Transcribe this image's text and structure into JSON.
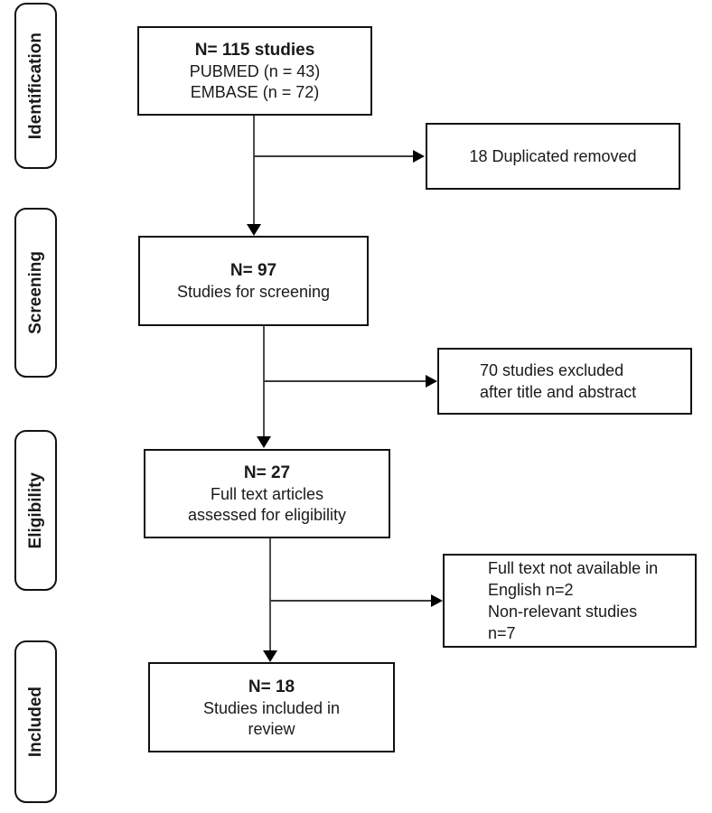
{
  "colors": {
    "box_border": "#111111",
    "text": "#1a1a1a",
    "connector_line": "#4d4d4d",
    "arrowhead": "#000000",
    "background": "#ffffff"
  },
  "diagram": {
    "stages": [
      {
        "label": "Identification"
      },
      {
        "label": "Screening"
      },
      {
        "label": "Eligibility"
      },
      {
        "label": "Included"
      }
    ],
    "main_boxes": [
      {
        "title": "N= 115 studies",
        "lines": [
          "PUBMED (n = 43)",
          "EMBASE (n = 72)"
        ]
      },
      {
        "title": "N= 97",
        "lines": [
          "Studies for screening"
        ]
      },
      {
        "title": "N= 27",
        "lines": [
          "Full text articles",
          "assessed for eligibility"
        ]
      },
      {
        "title": "N= 18",
        "lines": [
          "Studies included in",
          "review"
        ]
      }
    ],
    "side_boxes": [
      {
        "lines": [
          "18 Duplicated removed"
        ]
      },
      {
        "lines": [
          "70 studies excluded",
          "after title and abstract"
        ]
      },
      {
        "lines": [
          "Full text not available in",
          "English n=2",
          "Non-relevant studies",
          "n=7"
        ]
      }
    ]
  }
}
